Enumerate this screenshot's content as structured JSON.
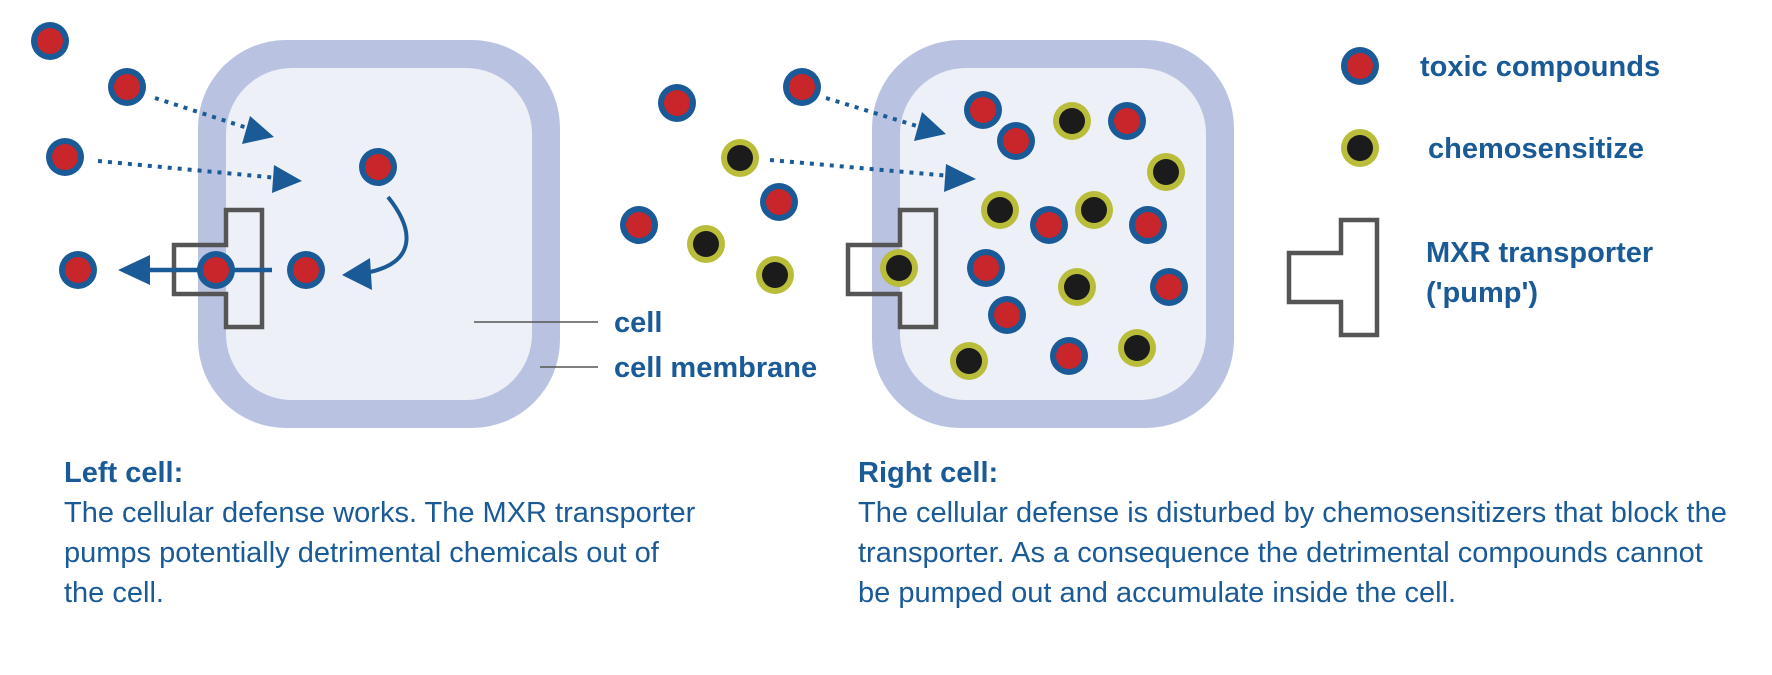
{
  "diagram": {
    "labels": {
      "cell": "cell",
      "cell_membrane": "cell membrane"
    },
    "legend": {
      "toxic": "toxic compounds",
      "chemosensitizer": "chemosensitize",
      "transporter_line1": "MXR transporter",
      "transporter_line2": "('pump')"
    },
    "captions": {
      "left_title": "Left cell:",
      "left_body": "The cellular defense works.  The MXR transporter pumps potentially detrimental chemicals out of the cell.",
      "right_title": "Right cell:",
      "right_body": "The cellular defense is disturbed by chemosensitizers that block the transporter. As a consequence the detrimental compounds cannot be pumped out and accumulate inside the cell."
    },
    "colors": {
      "membrane": "#b9c3e1",
      "cytoplasm": "#eef0f8",
      "toxic_fill": "#c8262b",
      "toxic_ring": "#1a5a96",
      "chemo_fill": "#1b1b1b",
      "chemo_ring": "#b9bd3a",
      "arrow": "#1a5a96",
      "transporter": "#555555",
      "text": "#1a5a96"
    },
    "icons": [
      "toxic-compound-icon",
      "chemosensitizer-icon",
      "mxr-transporter-icon"
    ]
  }
}
